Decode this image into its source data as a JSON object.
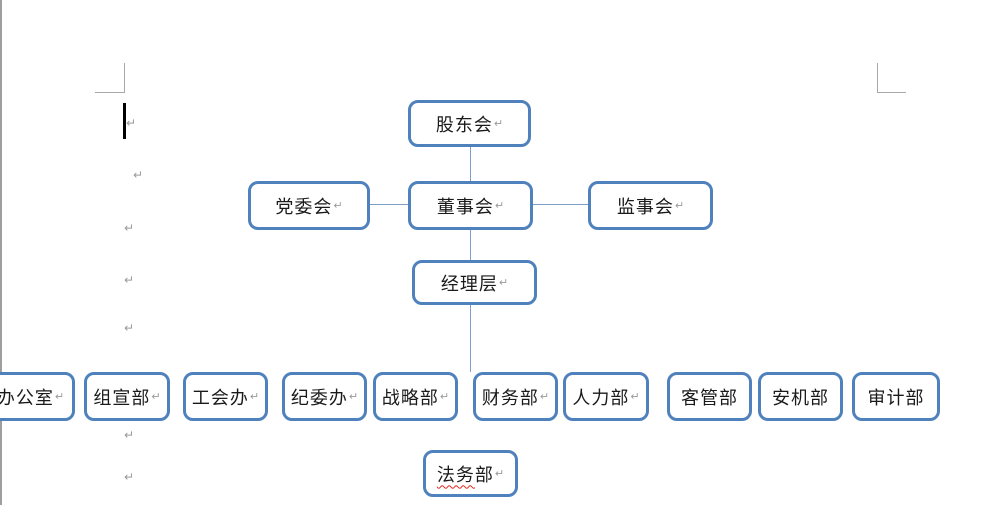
{
  "marks": {
    "pilcrow": "↵"
  },
  "colors": {
    "box_border": "#4f81bd",
    "connector": "#7d9ec9",
    "text": "#1a1a1a",
    "pilcrow_gray": "#9a9a9a",
    "caret": "#000000",
    "crop_mark": "#a8a8a8",
    "page_edge": "#9e9e9e",
    "spell_check_underline": "#e0261a"
  },
  "org_chart": {
    "nodes": {
      "shareholders": "股东会",
      "party_committee": "党委会",
      "board": "董事会",
      "supervisory_board": "监事会",
      "management": "经理层",
      "legal_misspelled_part": "法务",
      "legal_rest": "部"
    },
    "departments": [
      {
        "label": "办公室"
      },
      {
        "label": "组宣部"
      },
      {
        "label": "工会办"
      },
      {
        "label": "纪委办"
      },
      {
        "label": "战略部"
      },
      {
        "label": "财务部"
      },
      {
        "label": "人力部"
      },
      {
        "label": "客管部"
      },
      {
        "label": "安机部"
      },
      {
        "label": "审计部"
      }
    ]
  }
}
